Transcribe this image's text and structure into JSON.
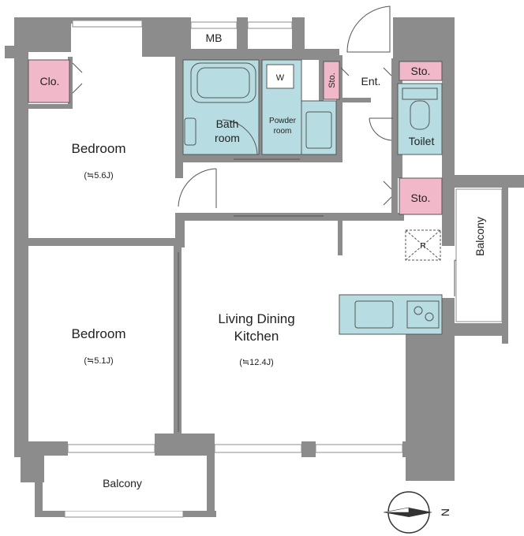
{
  "colors": {
    "wall": "#8c8c8c",
    "wet_area": "#b7dde2",
    "storage": "#f0b8c8",
    "kitchen": "#b7dde2",
    "window": "#ffffff",
    "floor": "#ffffff"
  },
  "rooms": {
    "bedroom_1": {
      "name": "Bedroom",
      "size": "(≒5.6J)"
    },
    "bedroom_2": {
      "name": "Bedroom",
      "size": "(≒5.1J)"
    },
    "ldk": {
      "name_line1": "Living Dining",
      "name_line2": "Kitchen",
      "size": "(≒12.4J)"
    },
    "bath": {
      "line1": "Bath",
      "line2": "room"
    },
    "powder": {
      "line1": "Powder",
      "line2": "room"
    },
    "toilet": "Toilet",
    "entrance": "Ent.",
    "closet": "Clo.",
    "storage_1": "Sto.",
    "storage_2": "Sto.",
    "storage_3": "Sto.",
    "washer": "W",
    "meter_box": "MB",
    "refrigerator": "R",
    "balcony_south": "Balcony",
    "balcony_east": "Balcony"
  },
  "compass": {
    "label": "N"
  }
}
